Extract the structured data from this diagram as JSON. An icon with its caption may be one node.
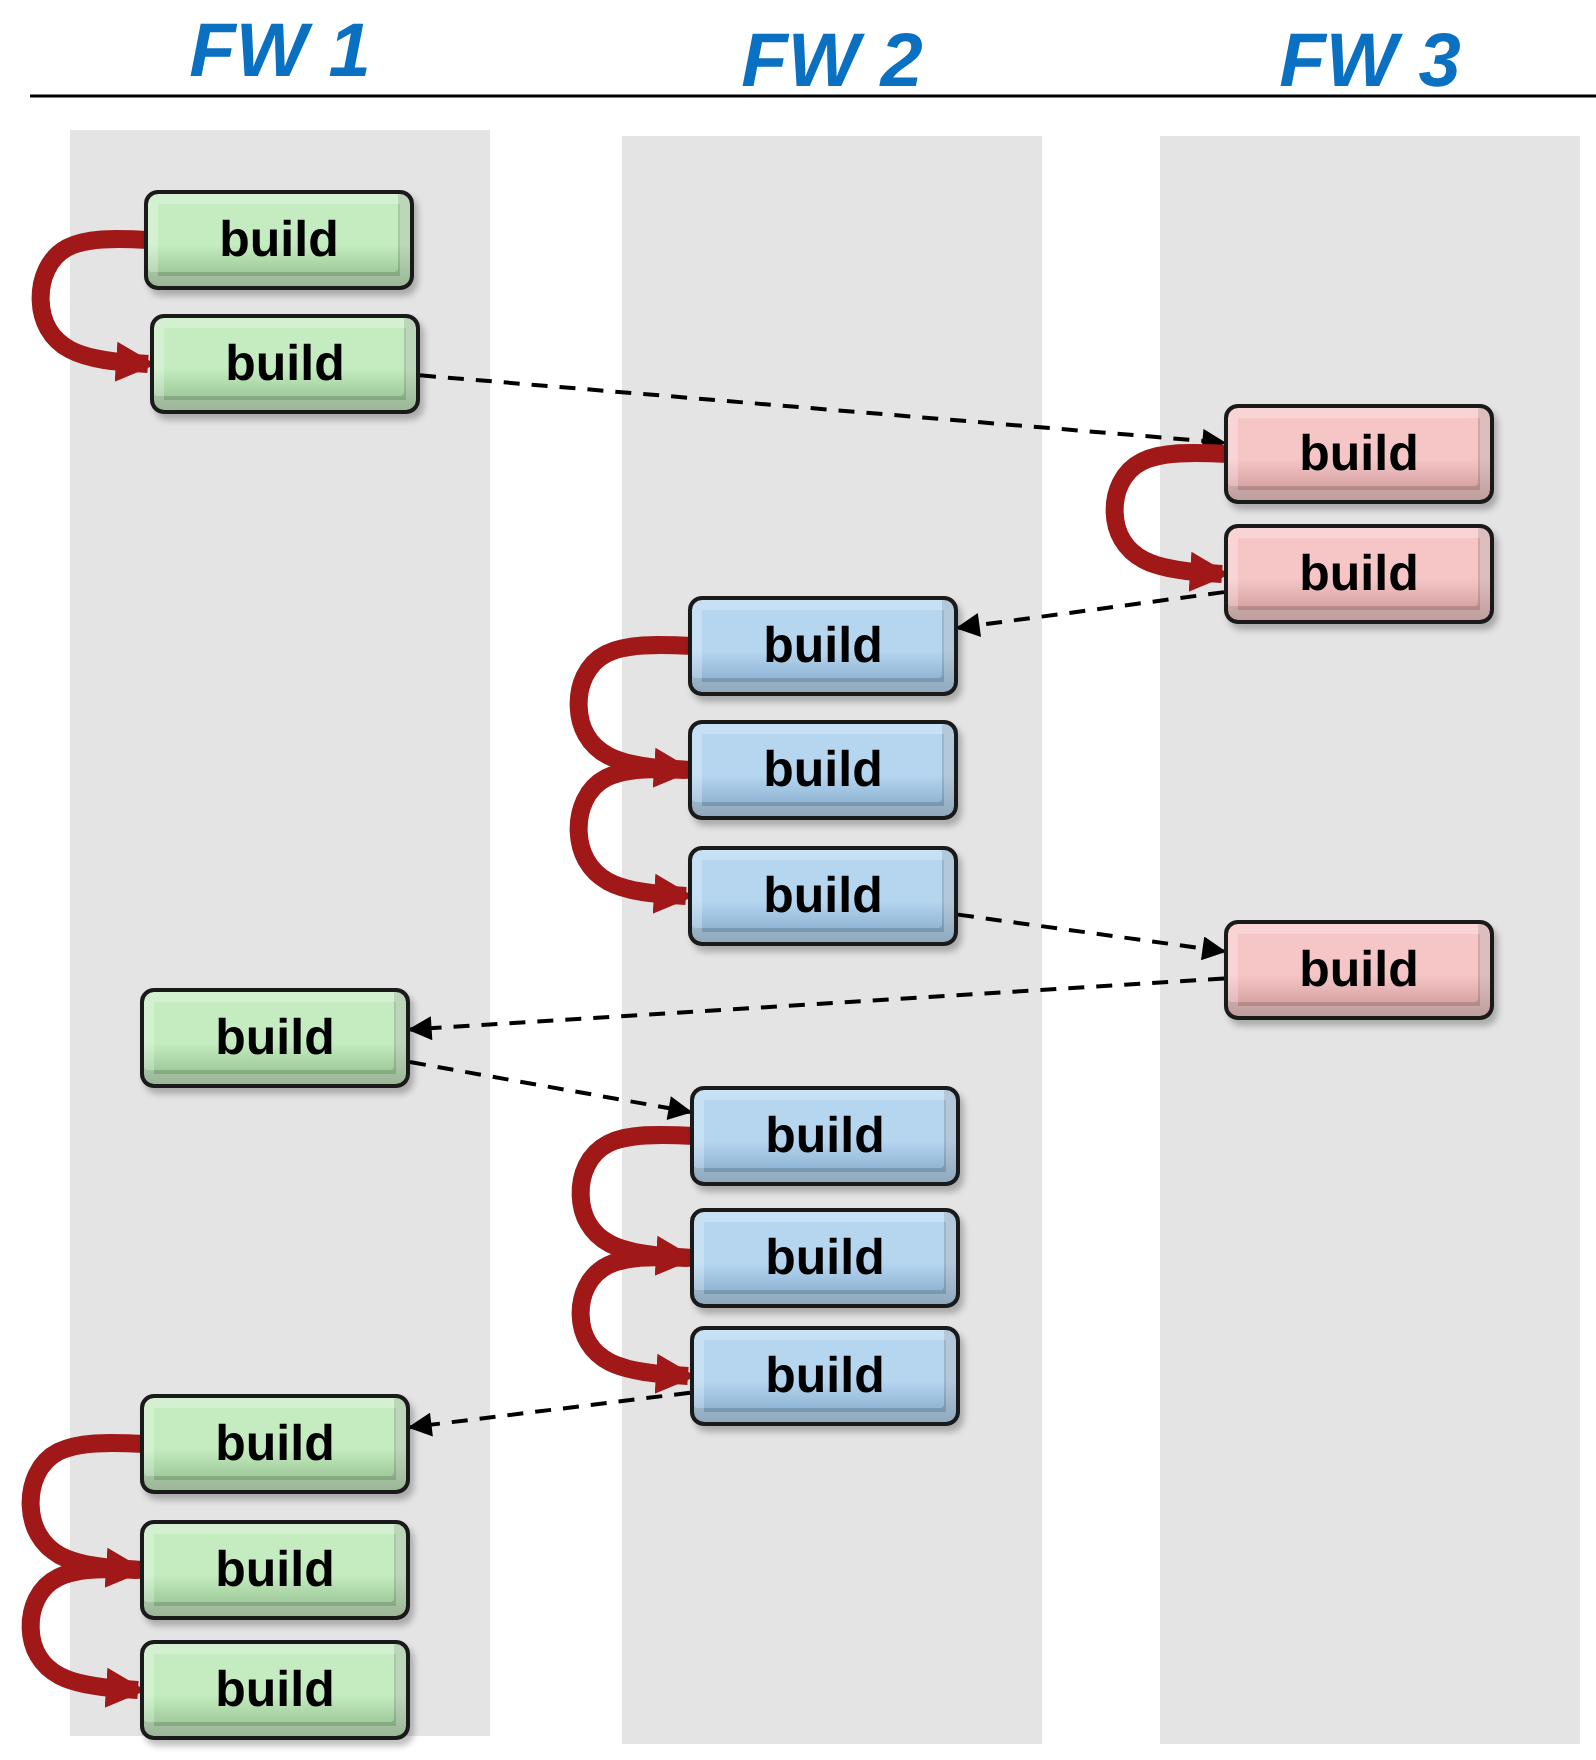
{
  "diagram": {
    "nodes": [
      {
        "text": [
          "FW 1"
        ]
      },
      {
        "text": [
          "FW 2"
        ]
      },
      {
        "text": [
          "FW 3"
        ]
      },
      {
        "text": [
          "build"
        ],
        "in": 0
      },
      {
        "text": [
          "build"
        ],
        "in": 0
      },
      {
        "text": [
          "build"
        ],
        "in": 2
      },
      {
        "text": [
          "build"
        ],
        "in": 2
      },
      {
        "text": [
          "build"
        ],
        "in": 1
      },
      {
        "text": [
          "build"
        ],
        "in": 1
      },
      {
        "text": [
          "build"
        ],
        "in": 1
      },
      {
        "text": [
          "build"
        ],
        "in": 2
      },
      {
        "text": [
          "build"
        ],
        "in": 0
      },
      {
        "text": [
          "build"
        ],
        "in": 1
      },
      {
        "text": [
          "build"
        ],
        "in": 1
      },
      {
        "text": [
          "build"
        ],
        "in": 1
      },
      {
        "text": [
          "build"
        ],
        "in": 0
      },
      {
        "text": [
          "build"
        ],
        "in": 0
      },
      {
        "text": [
          "build"
        ],
        "in": 0
      }
    ],
    "edges": [
      {
        "from": 3,
        "to": 4,
        "arrow": "to"
      },
      {
        "from": 4,
        "to": 5,
        "arrow": "to",
        "style": "dashed",
        "color": "#000000"
      },
      {
        "from": 5,
        "to": 6,
        "arrow": "to"
      },
      {
        "from": 6,
        "to": 7,
        "arrow": "to",
        "style": "dashed",
        "color": "#000000"
      },
      {
        "from": 7,
        "to": 8,
        "arrow": "to"
      },
      {
        "from": 8,
        "to": 9,
        "arrow": "to"
      },
      {
        "from": 9,
        "to": 10,
        "arrow": "to",
        "style": "dashed",
        "color": "#000000"
      },
      {
        "from": 10,
        "to": 11,
        "arrow": "to",
        "style": "dashed",
        "color": "#000000"
      },
      {
        "from": 11,
        "to": 12,
        "arrow": "to",
        "style": "dashed",
        "color": "#000000"
      },
      {
        "from": 12,
        "to": 13,
        "arrow": "to"
      },
      {
        "from": 13,
        "to": 14,
        "arrow": "to"
      },
      {
        "from": 14,
        "to": 15,
        "arrow": "to",
        "style": "dashed",
        "color": "#000000"
      },
      {
        "from": 15,
        "to": 16,
        "arrow": "to"
      },
      {
        "from": 16,
        "to": 17,
        "arrow": "to"
      }
    ]
  }
}
